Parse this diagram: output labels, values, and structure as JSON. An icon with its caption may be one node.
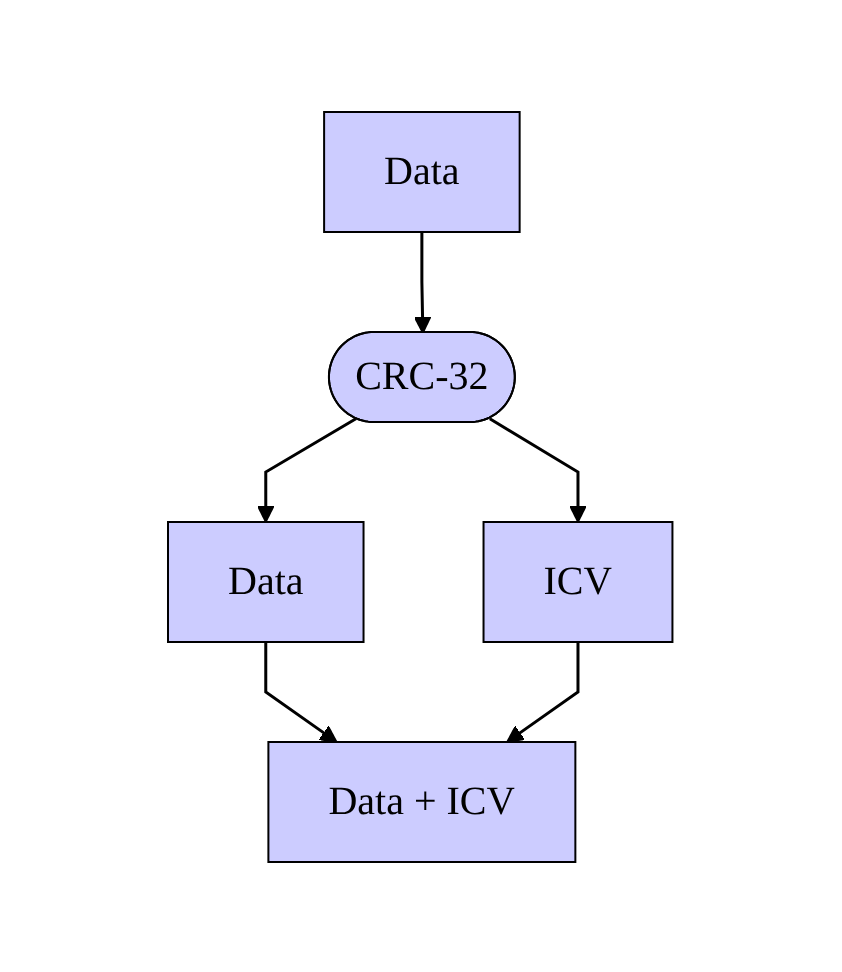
{
  "diagram": {
    "nodes": [
      {
        "text": [
          "Data"
        ]
      },
      {
        "text": [
          "CRC-32"
        ]
      },
      {
        "text": [
          "Data"
        ]
      },
      {
        "text": [
          "ICV"
        ]
      },
      {
        "text": [
          "Data + ICV"
        ]
      }
    ],
    "edges": [
      {
        "from": 0,
        "to": 1,
        "arrow": "to"
      },
      {
        "from": 1,
        "to": 2,
        "arrow": "to"
      },
      {
        "from": 1,
        "to": 3,
        "arrow": "to"
      },
      {
        "from": 2,
        "to": 4,
        "arrow": "to"
      },
      {
        "from": 3,
        "to": 4,
        "arrow": "to"
      }
    ]
  }
}
